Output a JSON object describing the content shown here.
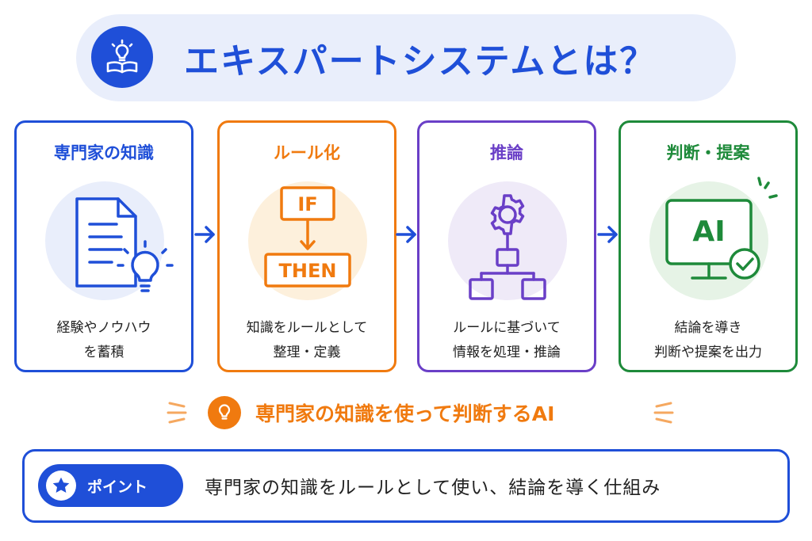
{
  "title": "エキスパートシステムとは？",
  "colors": {
    "blue": "#1f4fd8",
    "orange": "#f07a0f",
    "purple": "#6a3fc7",
    "green": "#1e8a3a"
  },
  "steps": [
    {
      "title": "専門家の知識",
      "icon": "document-lightbulb-icon",
      "desc_line1": "経験やノウハウ",
      "desc_line2": "を蓄積"
    },
    {
      "title": "ルール化",
      "icon": "if-then-icon",
      "if_label": "IF",
      "then_label": "THEN",
      "desc_line1": "知識をルールとして",
      "desc_line2": "整理・定義"
    },
    {
      "title": "推論",
      "icon": "gear-flowchart-icon",
      "desc_line1": "ルールに基づいて",
      "desc_line2": "情報を処理・推論"
    },
    {
      "title": "判断・提案",
      "icon": "ai-monitor-check-icon",
      "ai_label": "AI",
      "desc_line1": "結論を導き",
      "desc_line2": "判断や提案を出力"
    }
  ],
  "tagline": "専門家の知識を使って判断するAI",
  "point": {
    "badge": "ポイント",
    "text": "専門家の知識をルールとして使い、結論を導く仕組み"
  }
}
